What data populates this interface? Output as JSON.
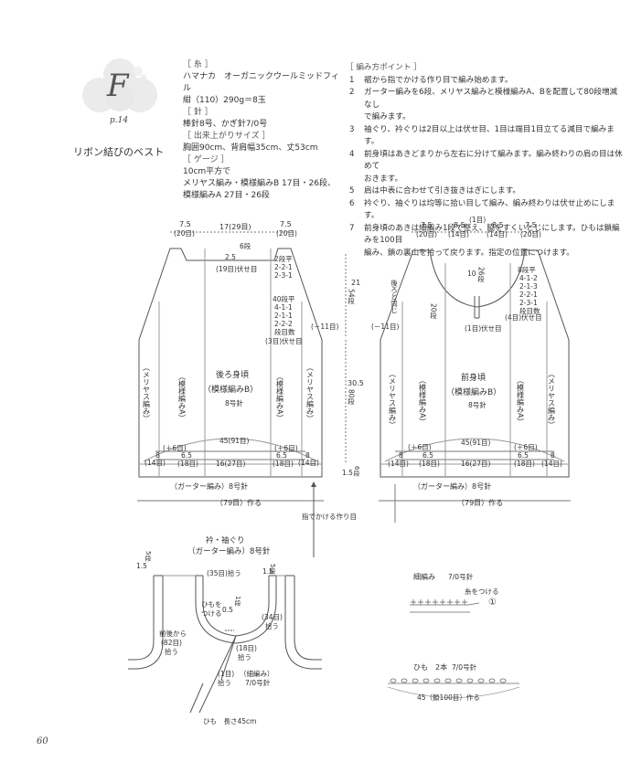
{
  "header": {
    "badge_letter": "F",
    "page_ref": "p.14",
    "title": "リボン結びのベスト"
  },
  "materials": {
    "yarn_head": "［ 糸 ］",
    "yarn_line1": "ハマナカ　オーガニックウールミッドフィル",
    "yarn_line2": "紺（110）290g＝8玉",
    "needle_head": "［ 針 ］",
    "needle_line": "棒針8号、かぎ針7/0号",
    "size_head": "［ 出来上がりサイズ ］",
    "size_line": "胸囲90cm、背肩幅35cm、丈53cm",
    "gauge_head": "［ ゲージ ］",
    "gauge_line1": "10cm平方で",
    "gauge_line2": "メリヤス編み・模様編みB 17目・26段、",
    "gauge_line3": "模様編みA 27目・26段"
  },
  "instructions": {
    "head": "［ 編み方ポイント ］",
    "items": [
      {
        "num": "1",
        "text": "裾から指でかける作り目で編み始めます。"
      },
      {
        "num": "2",
        "text": "ガーター編みを6段、メリヤス編みと模様編みA、Bを配置して80段増減なし"
      },
      {
        "num": "",
        "text": "で編みます。"
      },
      {
        "num": "3",
        "text": "袖ぐり、衿ぐりは2目以上は伏せ目、1目は端目1目立てる減目で編みます。"
      },
      {
        "num": "4",
        "text": "前身頃はあきどまりから左右に分けて編みます。編み終わりの肩の目は休めて"
      },
      {
        "num": "",
        "text": "おきます。"
      },
      {
        "num": "5",
        "text": "肩は中表に合わせて引き抜きはぎにします。"
      },
      {
        "num": "6",
        "text": "衿ぐり、袖ぐりは均等に拾い目して編み、編み終わりは伏せ止めにします。"
      },
      {
        "num": "7",
        "text": "前身頃のあきは細編み1段で整え、脇をすくいとじにします。ひもは鎖編みを100目"
      },
      {
        "num": "",
        "text": "編み、鎖の裏山を拾って戻ります。指定の位置につけます。"
      }
    ]
  },
  "back": {
    "title": "後ろ身頃",
    "subtitle": "（模様編みB）",
    "needle": "8号針",
    "top_left": "7.5",
    "top_left_s": "(20目)",
    "top_mid": "17(29目)",
    "top_right": "7.5",
    "top_right_s": "(20目)",
    "neck_h": "2.5",
    "neck_rows": "6段",
    "neck_bind": "(19目)伏せ目",
    "dec1": "2段平",
    "dec2": "2-2-1",
    "dec3": "2-3-1",
    "arm_rows": "40段平",
    "arm1": "4-1-1",
    "arm2": "2-1-1",
    "arm3": "2-2-2",
    "arm4": "段目数",
    "arm_bind": "(3目)伏せ目",
    "arm_minus": "(－11目)",
    "side_l": "（メリヤス編み）",
    "pat_l": "（模様編みA）",
    "pat_r": "（模様編みA）",
    "side_r": "（メリヤス編み）",
    "hem_w": "45(91目)",
    "plus_l": "(＋6目)",
    "plus_r": "(＋6目)",
    "col_a": "8",
    "col_as": "(14目)",
    "col_b": "6.5",
    "col_bs": "(18目)",
    "col_c": "16(27目)",
    "col_d": "6.5",
    "col_ds": "(18目)",
    "col_e": "8",
    "col_es": "(14目)",
    "garter": "（ガーター編み）8号針",
    "cast": "（79目）作る"
  },
  "height": {
    "upper": "21",
    "upper_rows": "54段",
    "lower": "30.5",
    "lower_rows": "80段",
    "hem": "1.5",
    "hem_rows": "6段",
    "finger": "指でかける作り目"
  },
  "front": {
    "title": "前身頃",
    "subtitle": "（模様編みB）",
    "needle": "8号針",
    "top1": "7.5",
    "top1s": "(20目)",
    "top2": "8.5",
    "top2s": "(14目)",
    "top3": "(1目)",
    "top4": "8.5",
    "top4s": "(14目)",
    "top5": "7.5",
    "top5s": "(20目)",
    "same_as_back": "後ろと同じ",
    "open_h": "10",
    "open_rows": "26段",
    "rows20": "20段",
    "one_bind": "(1目)伏せ目",
    "arm1": "8段平",
    "arm2": "4-1-2",
    "arm3": "2-1-3",
    "arm4": "2-2-1",
    "arm5": "2-3-1",
    "arm6": "段目数",
    "arm_bind": "(4目)伏せ目",
    "arm_minus": "(－11目)",
    "side_l": "（メリヤス編み）",
    "pat_l": "（模様編みA）",
    "pat_r": "（模様編みA）",
    "side_r": "（メリヤス編み）",
    "hem_w": "45(91目)",
    "plus_l": "(＋6目)",
    "plus_r": "(＋6目)",
    "col_a": "8",
    "col_as": "(14目)",
    "col_b": "6.5",
    "col_bs": "(18目)",
    "col_c": "16(27目)",
    "col_d": "6.5",
    "col_ds": "(18目)",
    "col_e": "8",
    "col_es": "(14目)",
    "garter": "（ガーター編み）8号針",
    "cast": "（79目）作る"
  },
  "collar": {
    "title1": "衿・袖ぐり",
    "title2": "（ガーター編み）8号針",
    "left_h": "1.5",
    "left_rows": "5段",
    "neck_pick": "(35目)拾う",
    "right_h": "1.5",
    "right_rows": "5段",
    "tie_pos1": "ひもを",
    "tie_pos2": "つける",
    "half": "0.5",
    "row1": "1段",
    "pick34": "(34目)",
    "pick34b": "拾う",
    "arm_pick1": "前後から",
    "arm_pick2": "(82目)",
    "arm_pick3": "拾う",
    "pick18": "(18目)",
    "pick18b": "拾う",
    "pick1": "(1目)",
    "pick1b": "拾う",
    "sc": "（細編み）",
    "sc_needle": "7/0号針",
    "tie_len": "ひも　長さ45cm"
  },
  "small": {
    "sc_title": "細編み",
    "sc_needle": "7/0号針",
    "attach": "糸をつける",
    "circle": "①",
    "tie_title": "ひも　2本",
    "tie_needle": "7/0号針",
    "tie_w": "45（鎖100目）作る"
  },
  "footer": {
    "page_num": "60"
  }
}
